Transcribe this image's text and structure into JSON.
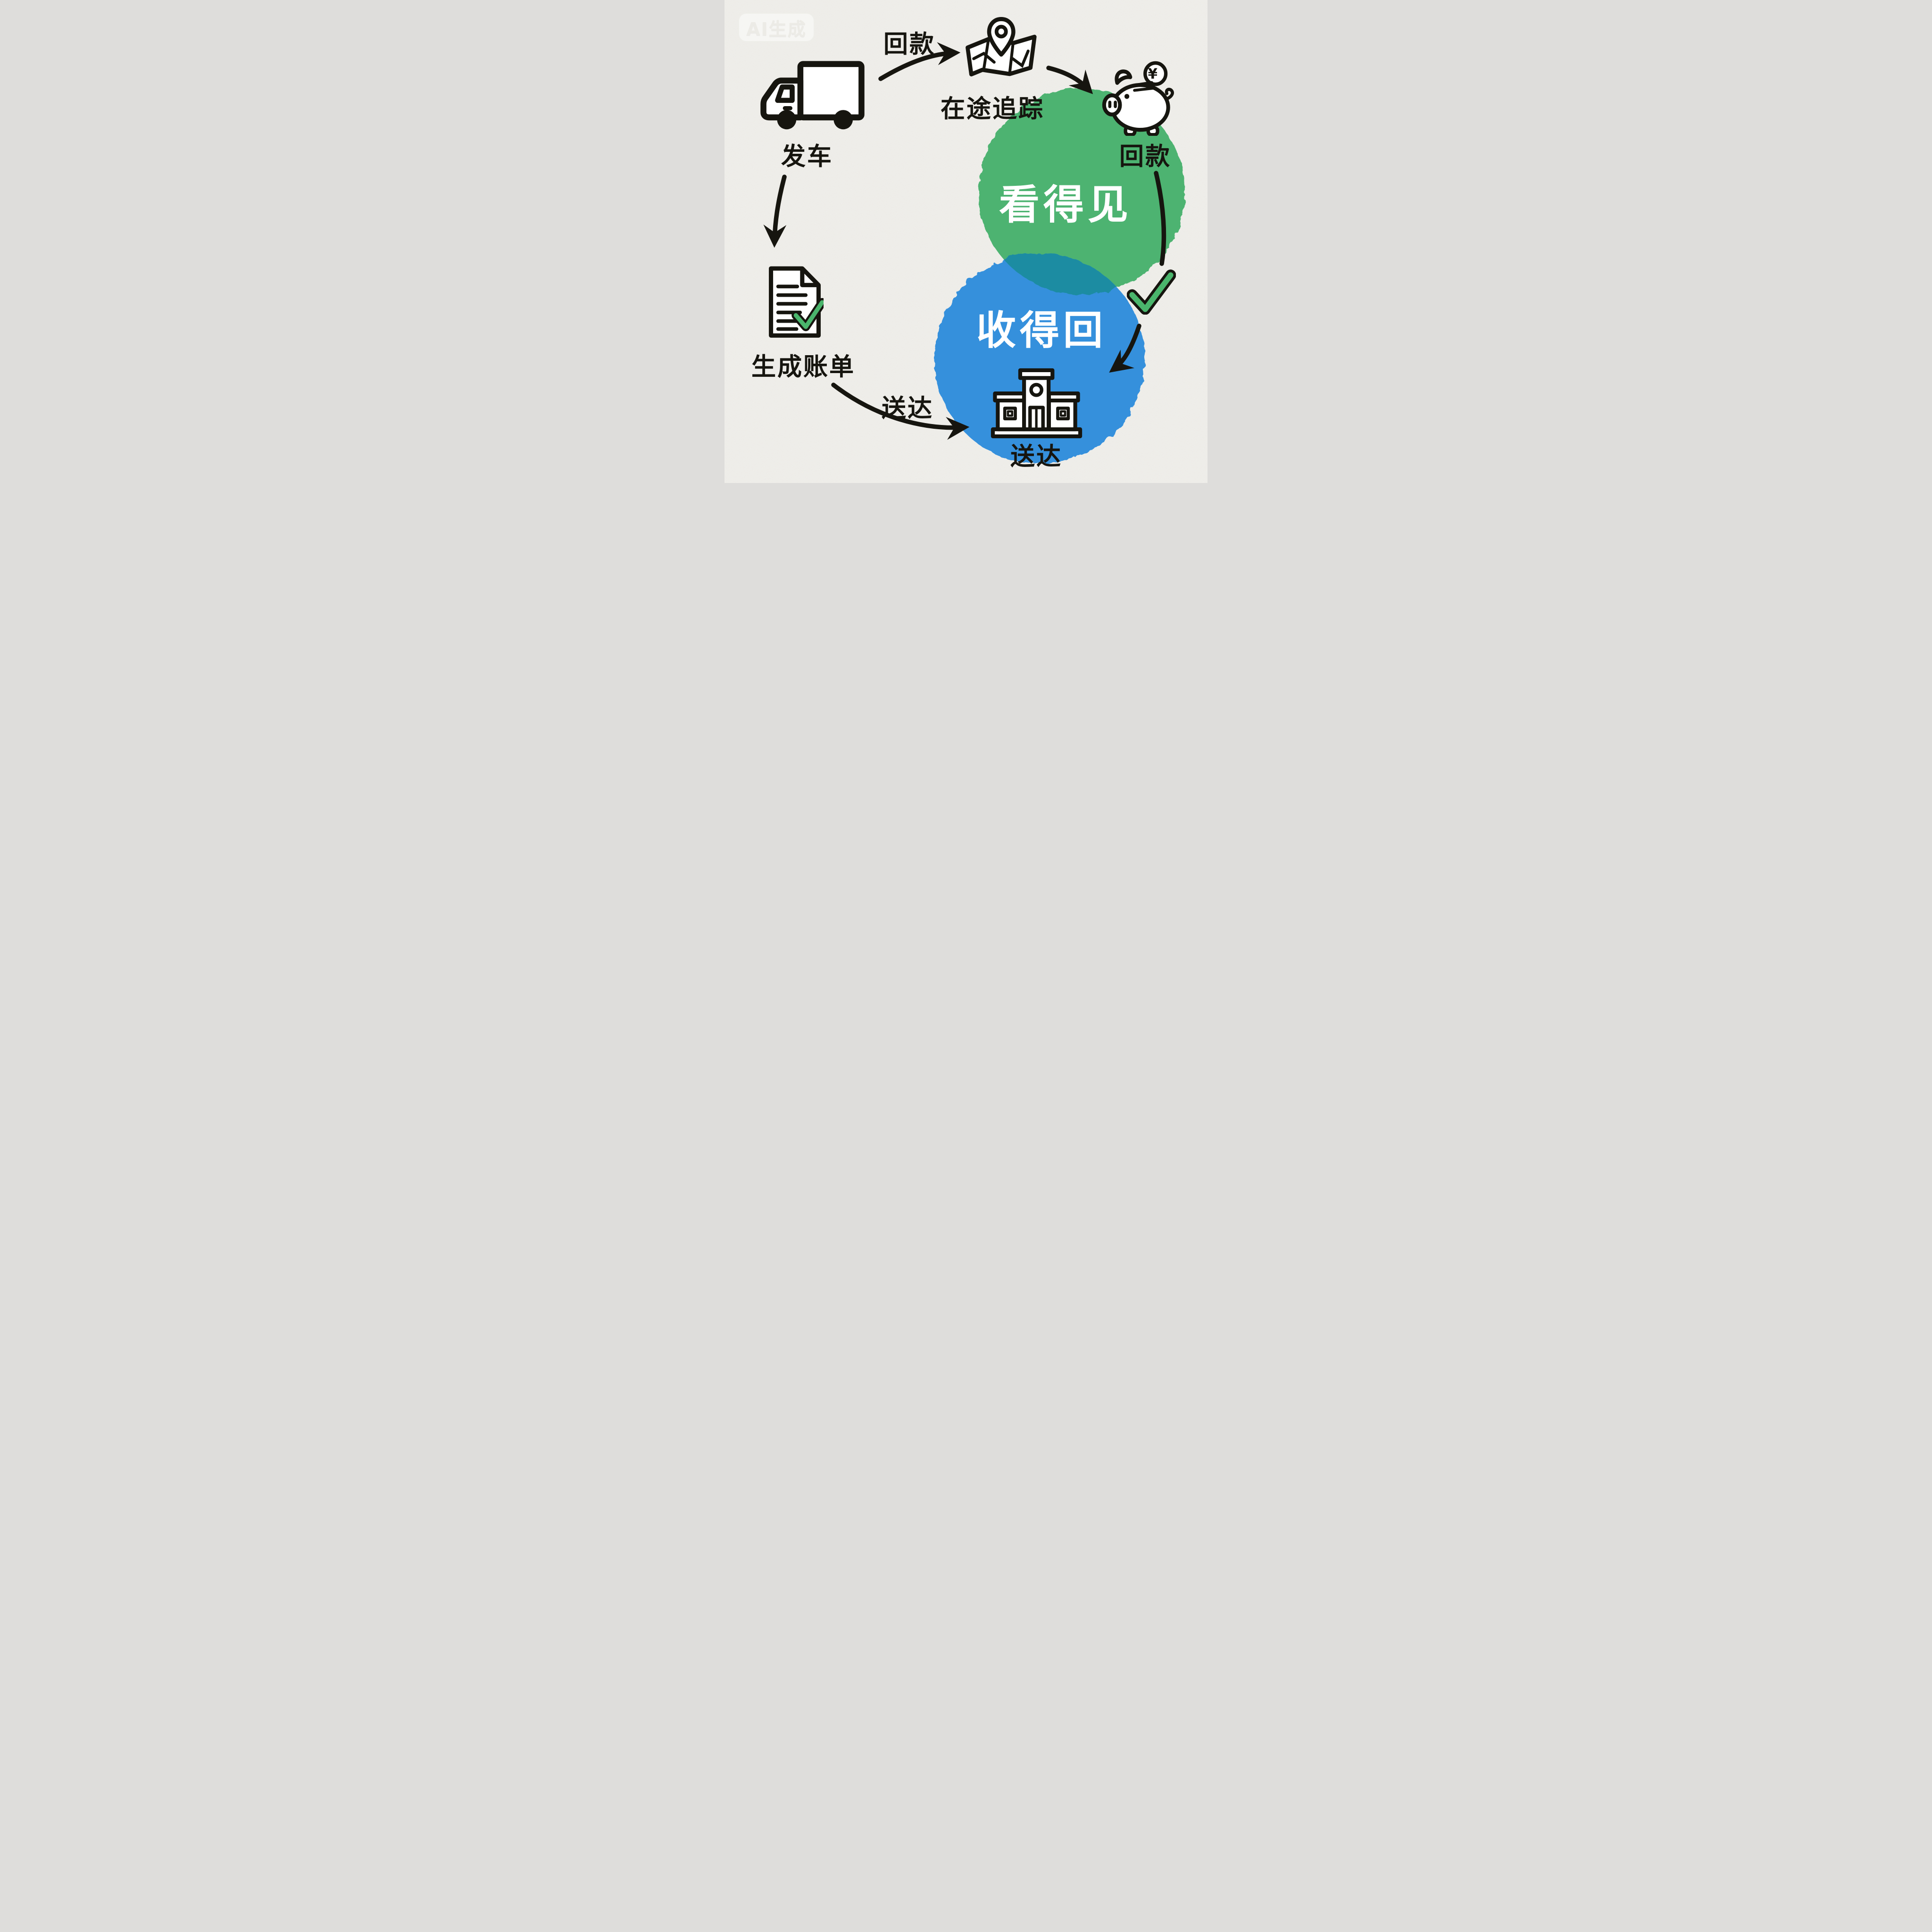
{
  "meta": {
    "watermark": "AI生成"
  },
  "palette": {
    "paper": "#f5f4f0",
    "ink": "#16150f",
    "green_circle": "#4db371",
    "blue_circle": "#3590dc",
    "overlap_teal": "#1b8ca2",
    "check_green": "#4ab56c",
    "white_text": "#ffffff"
  },
  "flow": {
    "steps": [
      {
        "id": "depart",
        "label": "发车",
        "icon": "truck-icon"
      },
      {
        "id": "tracking",
        "label": "在途追踪",
        "icon": "map-pin-icon"
      },
      {
        "id": "payment",
        "label": "回款",
        "icon": "piggy-bank-icon",
        "coin_symbol": "¥"
      },
      {
        "id": "billing",
        "label": "生成账单",
        "icon": "document-check-icon"
      },
      {
        "id": "delivered",
        "label": "送达",
        "icon": "building-icon"
      }
    ],
    "arrow_labels": {
      "depart_to_tracking": "回款",
      "billing_to_delivered": "送达"
    }
  },
  "highlights": {
    "visible": {
      "label": "看得见",
      "color": "#4db371"
    },
    "collectible": {
      "label": "收得回",
      "color": "#3590dc"
    }
  }
}
